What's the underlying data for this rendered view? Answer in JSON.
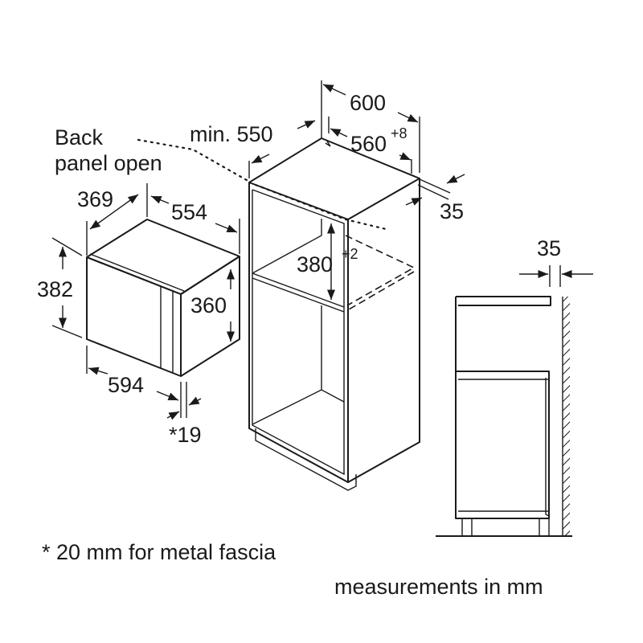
{
  "labels": {
    "back_panel_line1": "Back",
    "back_panel_line2": "panel open",
    "min_550": "min. 550",
    "w600": "600",
    "w560": "560",
    "w560_tol": "+8",
    "d35_top": "35",
    "h380": "380",
    "h380_tol": "+2",
    "d369": "369",
    "w554": "554",
    "h382": "382",
    "h360": "360",
    "w594": "594",
    "d19": "*19",
    "side35": "35",
    "footnote": "* 20 mm for metal fascia",
    "units": "measurements in mm"
  },
  "colors": {
    "line": "#1a1a1a",
    "background": "#ffffff"
  }
}
